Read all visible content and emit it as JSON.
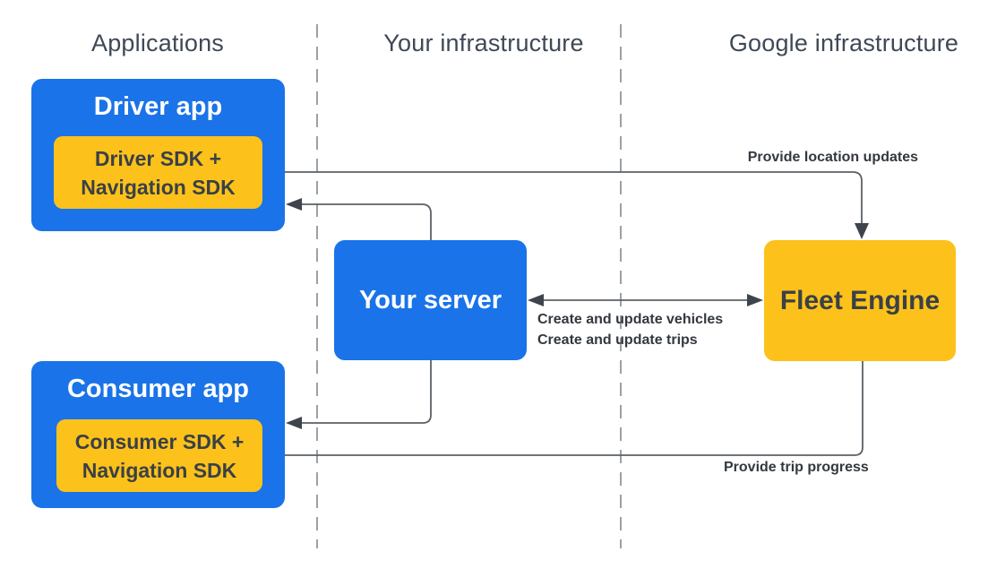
{
  "colors": {
    "background": "#ffffff",
    "blue": "#1a73e8",
    "yellow": "#fcc21b",
    "node-text-dark": "#3a4046",
    "header-text": "#3f4956",
    "label-text": "#33383f",
    "line": "#5b6066",
    "arrowhead": "#3e444b",
    "divider": "#9ba1a7"
  },
  "headers": {
    "applications": "Applications",
    "your_infrastructure": "Your infrastructure",
    "google_infrastructure": "Google infrastructure"
  },
  "nodes": {
    "driver_app": {
      "title": "Driver app",
      "sdk_line1": "Driver SDK +",
      "sdk_line2": "Navigation SDK"
    },
    "consumer_app": {
      "title": "Consumer app",
      "sdk_line1": "Consumer SDK +",
      "sdk_line2": "Navigation SDK"
    },
    "your_server": {
      "title": "Your server"
    },
    "fleet_engine": {
      "title": "Fleet Engine"
    }
  },
  "edge_labels": {
    "provide_location_updates": "Provide location updates",
    "create_update_vehicles": "Create and update vehicles",
    "create_update_trips": "Create and update trips",
    "provide_trip_progress": "Provide trip progress"
  }
}
